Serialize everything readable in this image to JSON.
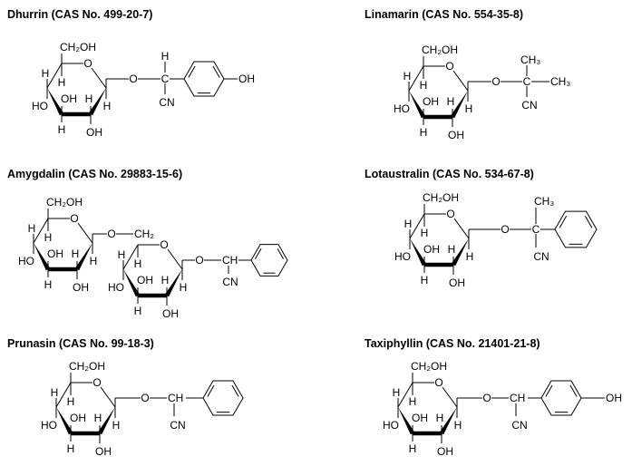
{
  "glucose_labels": {
    "ch2oh": "CH₂OH",
    "ring_o": "O",
    "h": "H",
    "ho": "HO",
    "oh": "OH"
  },
  "molecules": [
    {
      "id": "dhurrin",
      "title": "Dhurrin (CAS No. 499-20-7)",
      "atoms": {
        "o": "O",
        "c": "C",
        "h": "H",
        "cn": "CN",
        "oh": "OH"
      }
    },
    {
      "id": "linamarin",
      "title": "Linamarin (CAS No. 554-35-8)",
      "atoms": {
        "o": "O",
        "c": "C",
        "ch3_top": "CH₃",
        "ch3_right": "CH₃",
        "cn": "CN"
      }
    },
    {
      "id": "amygdalin",
      "title": "Amygdalin (CAS No. 29883-15-6)",
      "atoms": {
        "o1": "O",
        "ch2": "CH₂",
        "o2": "O",
        "ch": "CH",
        "cn": "CN"
      }
    },
    {
      "id": "lotaustralin",
      "title": "Lotaustralin (CAS No. 534-67-8)",
      "atoms": {
        "o": "O",
        "c": "C",
        "ch3": "CH₃",
        "cn": "CN"
      }
    },
    {
      "id": "prunasin",
      "title": "Prunasin (CAS No. 99-18-3)",
      "atoms": {
        "o": "O",
        "ch": "CH",
        "cn": "CN"
      }
    },
    {
      "id": "taxiphyllin",
      "title": "Taxiphyllin (CAS No. 21401-21-8)",
      "atoms": {
        "o": "O",
        "ch": "CH",
        "cn": "CN",
        "oh": "OH"
      }
    }
  ]
}
